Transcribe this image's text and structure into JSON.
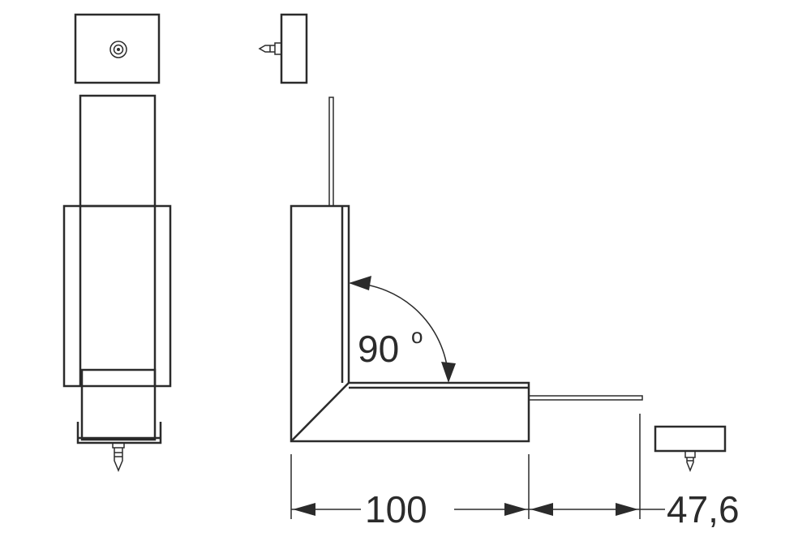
{
  "angle_label": "90",
  "angle_unit_mark": "o",
  "dimensions": {
    "length": "100",
    "offset": "47,6"
  }
}
